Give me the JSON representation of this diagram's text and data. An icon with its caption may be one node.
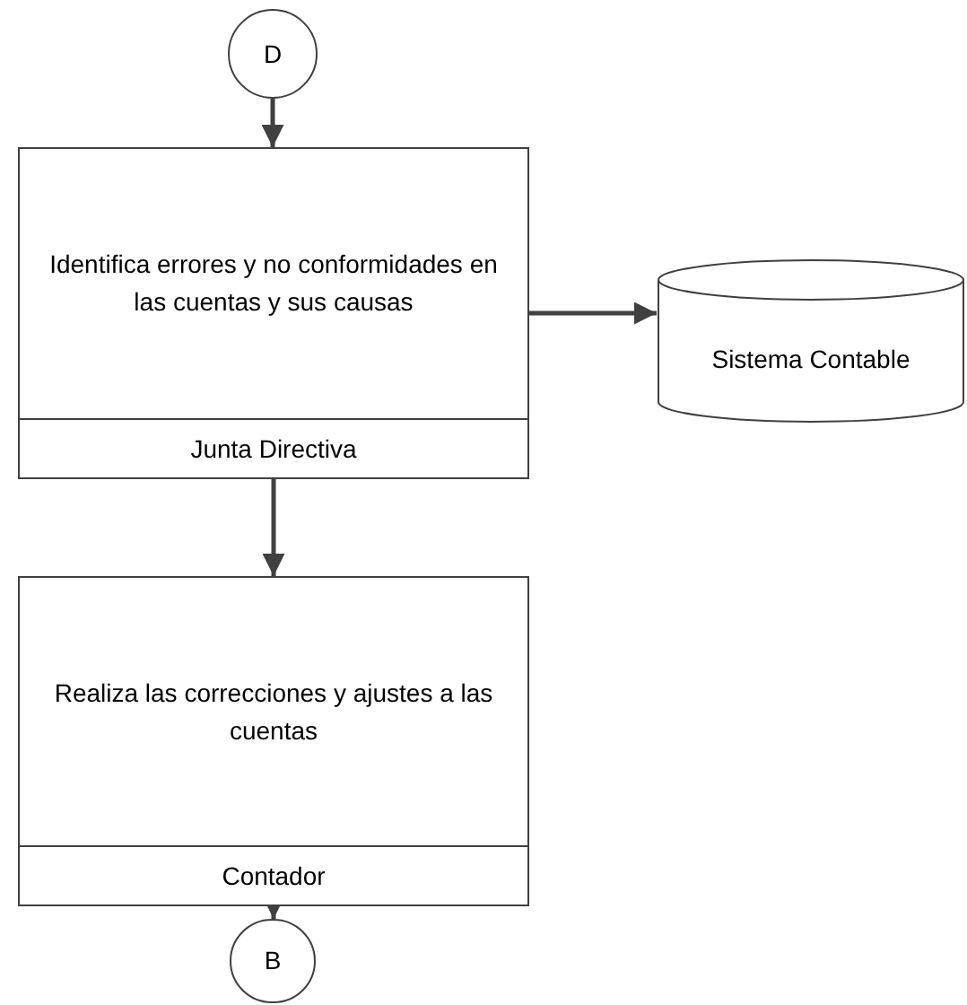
{
  "diagram": {
    "nodes": [
      {
        "text": [
          "D"
        ]
      },
      {
        "text": [
          "Identifica errores y no conformidades en las cuentas y sus causas",
          "Junta Directiva"
        ]
      },
      {
        "text": [
          "Sistema Contable"
        ]
      },
      {
        "text": [
          "Realiza las correcciones y ajustes a las cuentas",
          "Contador"
        ]
      },
      {
        "text": [
          "B"
        ]
      }
    ],
    "edges": [
      {
        "from": 0,
        "to": 1,
        "arrow": "to"
      },
      {
        "from": 1,
        "to": 2,
        "arrow": "to"
      },
      {
        "from": 1,
        "to": 3,
        "arrow": "to"
      },
      {
        "from": 3,
        "to": 4,
        "arrow": "to"
      }
    ]
  }
}
